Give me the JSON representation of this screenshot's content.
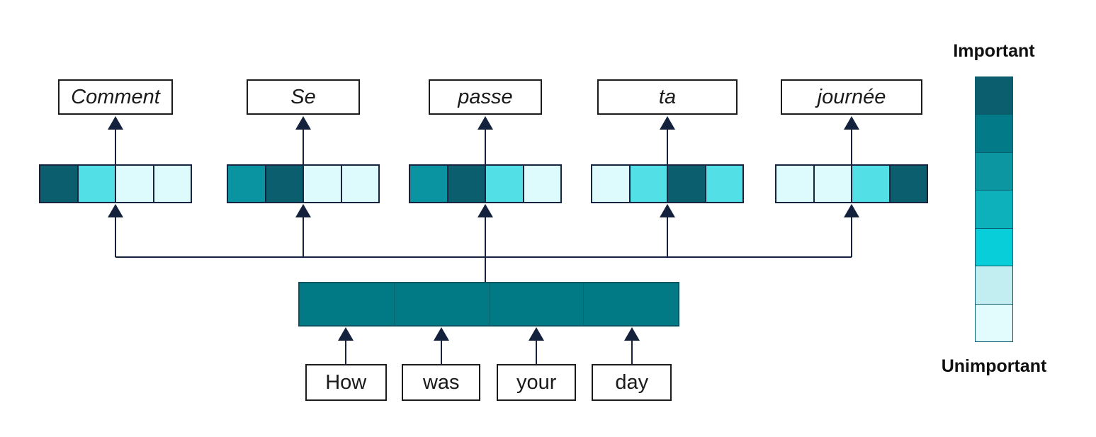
{
  "colors": {
    "dark": "#0a5e6d",
    "medium": "#0a93a0",
    "bright": "#52e0e6",
    "pale": "#ddfbfc",
    "encoder_fill": "#017a86",
    "arrow": "#14213d"
  },
  "target_words": [
    {
      "label": "Comment",
      "cells": [
        "dark",
        "bright",
        "pale",
        "pale"
      ]
    },
    {
      "label": "Se",
      "cells": [
        "medium",
        "dark",
        "pale",
        "pale"
      ]
    },
    {
      "label": "passe",
      "cells": [
        "medium",
        "dark",
        "bright",
        "pale"
      ]
    },
    {
      "label": "ta",
      "cells": [
        "pale",
        "bright",
        "dark",
        "bright"
      ]
    },
    {
      "label": "journée",
      "cells": [
        "pale",
        "pale",
        "bright",
        "dark"
      ]
    }
  ],
  "source_words": [
    "How",
    "was",
    "your",
    "day"
  ],
  "encoder": {
    "cell_count": 4
  },
  "legend": {
    "top_label": "Important",
    "bottom_label": "Unimportant",
    "ramp": [
      "#0a5e6d",
      "#037a88",
      "#0b96a2",
      "#0cb1bb",
      "#07ced8",
      "#c3eef1",
      "#e2fbfc"
    ]
  }
}
